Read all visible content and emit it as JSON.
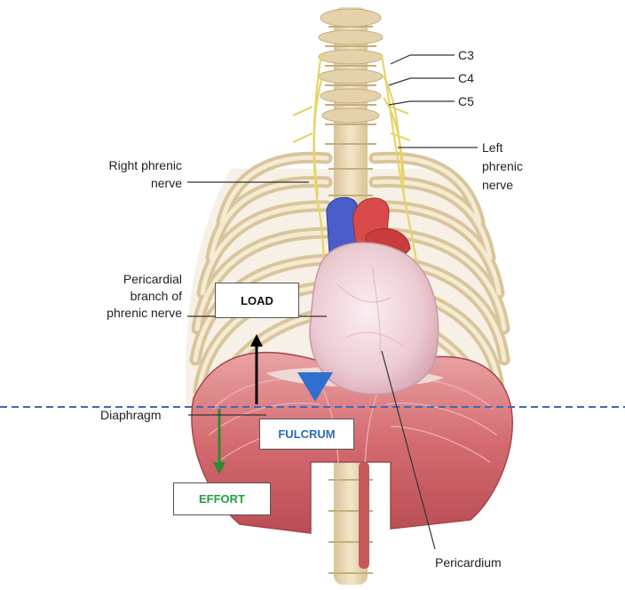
{
  "labels": {
    "c3": "C3",
    "c4": "C4",
    "c5": "C5",
    "left_phrenic": [
      "Left",
      "phrenic",
      "nerve"
    ],
    "right_phrenic": [
      "Right phrenic",
      "nerve"
    ],
    "pericardial_branch": [
      "Pericardial",
      "branch of",
      "phrenic nerve"
    ],
    "diaphragm": "Diaphragm",
    "pericardium": "Pericardium"
  },
  "boxes": {
    "load": "LOAD",
    "fulcrum": "FULCRUM",
    "effort": "EFFORT"
  },
  "colors": {
    "load_text": "#111111",
    "fulcrum_text": "#2e6bb5",
    "effort_text": "#22a140",
    "fulcrum_triangle": "#2f6fd0",
    "dashed_line": "#3f68b7",
    "effort_arrow": "#2e8b2e",
    "load_arrow": "#000000",
    "nerve": "#e6d46a",
    "diaphragm": "#d9777a",
    "bone": "#ead9b4",
    "heart": "#d94b4b",
    "vein": "#4a5cc7",
    "pericardium": "#efd9df"
  }
}
